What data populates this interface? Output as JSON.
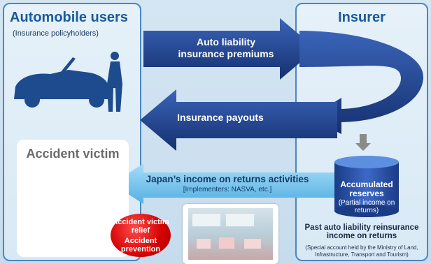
{
  "users": {
    "title": "Automobile users",
    "subtitle": "(Insurance policyholders)"
  },
  "insurer": {
    "title": "Insurer"
  },
  "arrows": {
    "premiums": "Auto liability insurance premiums",
    "payouts": "Insurance payouts",
    "returns_title": "Japan’s income on returns activities",
    "returns_sub": "[Implementers: NASVA, etc.]"
  },
  "victim": {
    "title": "Accident victim"
  },
  "reserves": {
    "title": "Accumulated reserves",
    "sub": "(Partial income on returns)"
  },
  "past": {
    "title": "Past auto liability reinsurance income on returns",
    "sub": "(Special account held by the Ministry of Land, Infrastructure, Transport and Tourism)"
  },
  "badge": {
    "line1": "Accident victim relief",
    "line2": "Accident prevention"
  },
  "colors": {
    "arrow_dark": "#1f3f8f",
    "arrow_light": "#5bb3e6",
    "badge_red": "#d40000",
    "title_blue": "#1a5a9c"
  }
}
